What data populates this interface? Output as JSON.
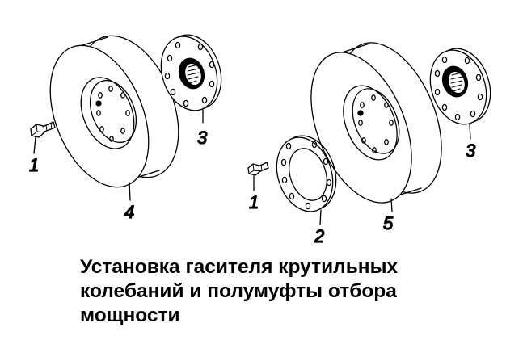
{
  "caption": {
    "line1": "Установка гасителя крутильных",
    "line2": "колебаний и полумуфты отбора",
    "line3": "мощности"
  },
  "callouts": {
    "bolt_left": "1",
    "flange_left": "3",
    "damper_left": "4",
    "bolt_right": "1",
    "ring_right": "2",
    "flange_right": "3",
    "damper_right": "5"
  }
}
